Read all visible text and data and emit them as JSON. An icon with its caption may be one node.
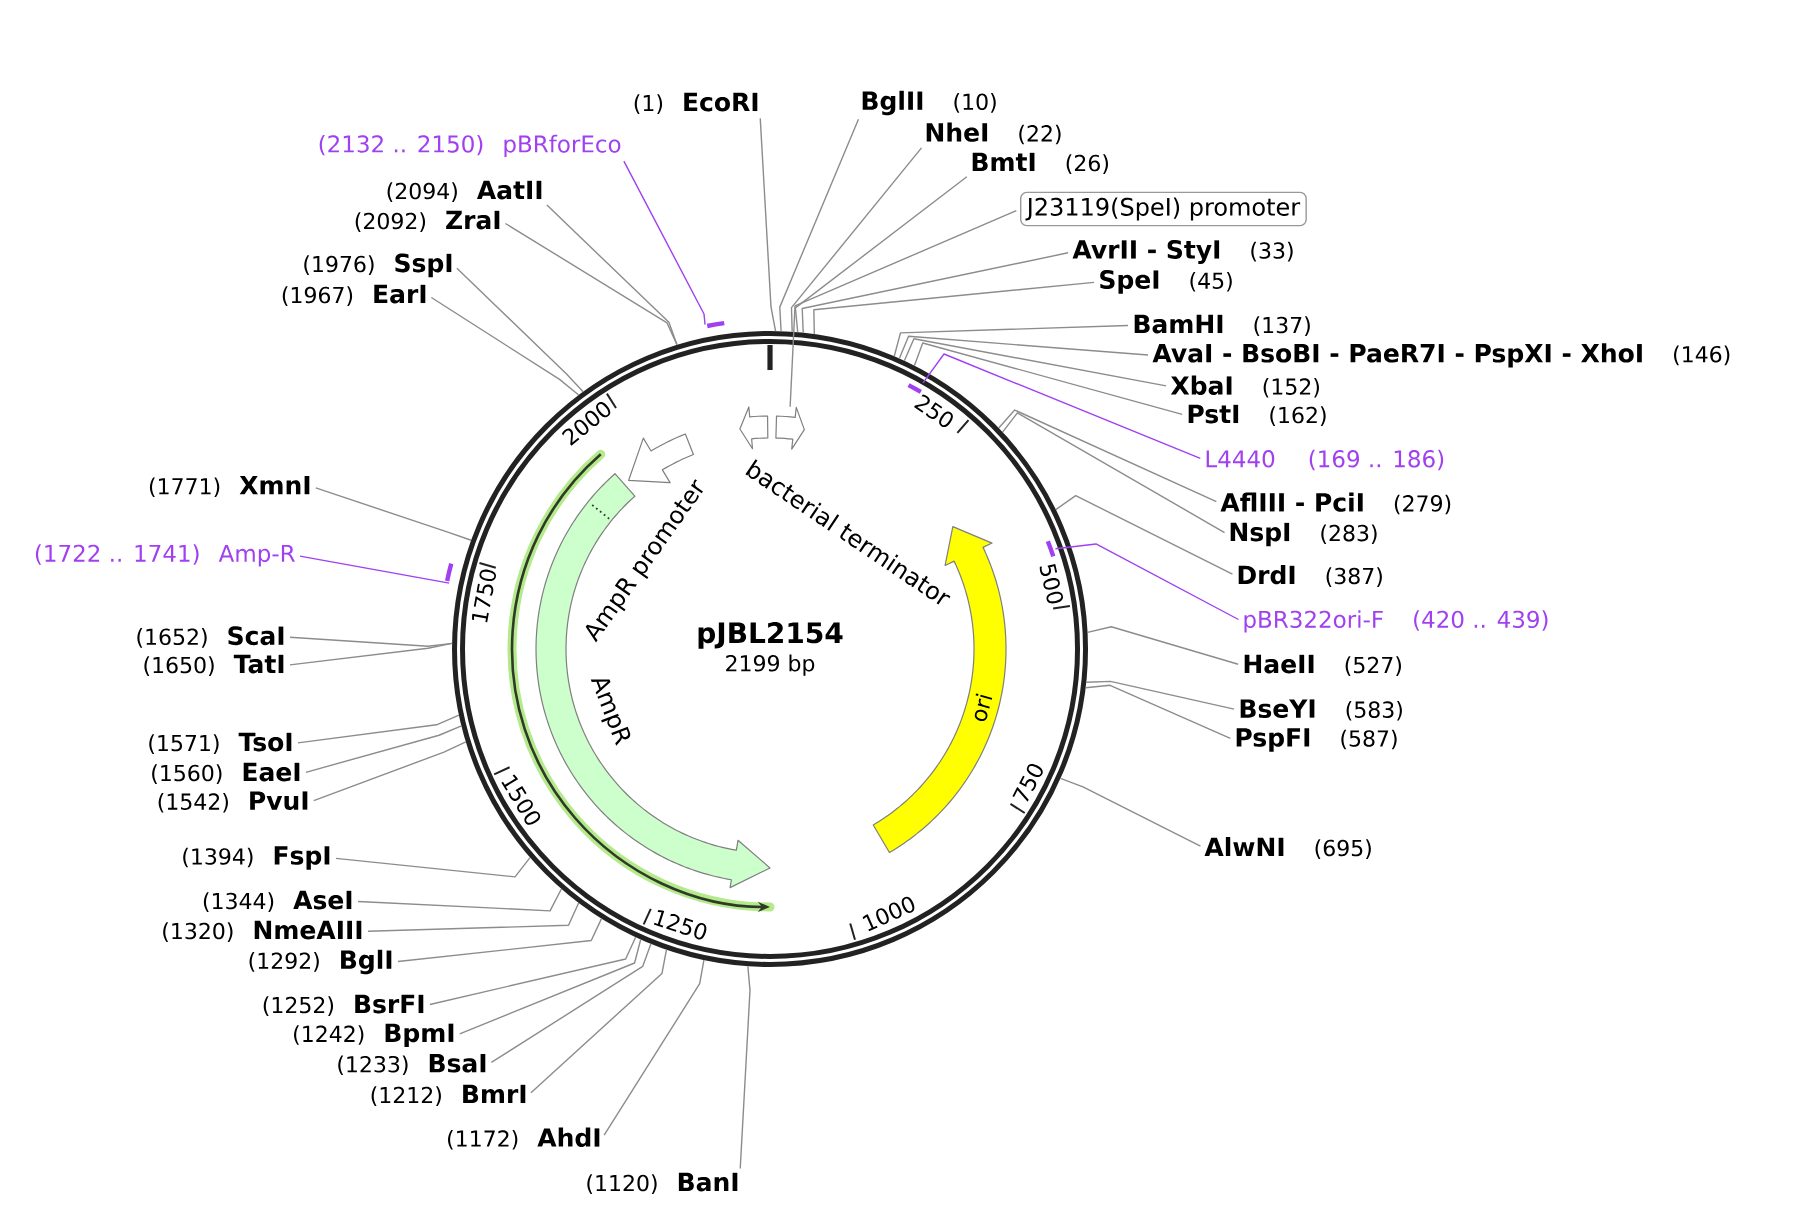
{
  "diagram": {
    "nodes": [
      {
        "text": [
          "pJBL2154",
          "2199 bp"
        ]
      },
      {
        "text": [],
        "shape": "arrow",
        "beside": [
          "bacterial terminator"
        ],
        "in": 0
      },
      {
        "text": [],
        "shape": "arrow",
        "in": 0
      },
      {
        "text": [],
        "shape": "arrow",
        "beside": [
          "AmpR promoter"
        ],
        "in": 0
      },
      {
        "text": [],
        "shape": "arrow",
        "beside": [
          "AmpR"
        ],
        "in": 0
      },
      {
        "text": [
          "ori"
        ],
        "in": 0
      },
      {
        "text": [],
        "shape": "bar",
        "in": 0
      },
      {
        "text": [],
        "shape": "bar",
        "in": 0
      },
      {
        "text": [],
        "shape": "bar"
      },
      {
        "text": [],
        "shape": "bar"
      },
      {
        "text": [
          "(1)",
          "EcoRI"
        ]
      },
      {
        "text": [
          "BglII",
          "(10)"
        ]
      },
      {
        "text": [
          "NheI",
          "(22)"
        ]
      },
      {
        "text": [
          "(2132 .. 2150)",
          "pBRforEco"
        ]
      },
      {
        "text": [
          "BmtI",
          "(26)"
        ]
      },
      {
        "text": [
          "(2094)",
          "AatII"
        ]
      },
      {
        "text": [
          "J23119(SpeI) promoter"
        ]
      },
      {
        "text": [
          "(2092)",
          "ZraI"
        ]
      },
      {
        "text": [
          "AvrII - StyI",
          "(33)"
        ]
      },
      {
        "text": [
          "(1976)",
          "SspI"
        ]
      },
      {
        "text": [
          "SpeI",
          "(45)"
        ]
      },
      {
        "text": [
          "(1967)",
          "EarI"
        ]
      },
      {
        "text": [
          "BamHI",
          "(137)"
        ]
      },
      {
        "text": [
          "AvaI - BsoBI - PaeR7I - PspXI - XhoI",
          "(146)"
        ]
      },
      {
        "text": [
          "XbaI",
          "(152)"
        ]
      },
      {
        "text": [
          "PstI",
          "(162)"
        ]
      },
      {
        "text": [
          "L4440",
          "(169 .. 186)"
        ]
      },
      {
        "text": [
          "(1771)",
          "XmnI"
        ]
      },
      {
        "text": [
          "AflIII - PciI",
          "(279)"
        ]
      },
      {
        "text": [
          "NspI",
          "(283)"
        ]
      },
      {
        "text": [
          "(1722 .. 1741)",
          "Amp-R"
        ]
      },
      {
        "text": [
          "DrdI",
          "(387)"
        ]
      },
      {
        "text": [
          "pBR322ori-F",
          "(420 .. 439)"
        ]
      },
      {
        "text": [
          "(1652)",
          "ScaI"
        ]
      },
      {
        "text": [
          "(1650)",
          "TatI"
        ]
      },
      {
        "text": [
          "HaeII",
          "(527)"
        ]
      },
      {
        "text": [
          "BseYI",
          "(583)"
        ]
      },
      {
        "text": [
          "PspFI",
          "(587)"
        ]
      },
      {
        "text": [
          "(1571)",
          "TsoI"
        ]
      },
      {
        "text": [
          "(1560)",
          "EaeI"
        ]
      },
      {
        "text": [
          "(1542)",
          "PvuI"
        ]
      },
      {
        "text": [
          "AlwNI",
          "(695)"
        ]
      },
      {
        "text": [
          "(1394)",
          "FspI"
        ]
      },
      {
        "text": [
          "(1344)",
          "AseI"
        ]
      },
      {
        "text": [
          "(1320)",
          "NmeAIII"
        ]
      },
      {
        "text": [
          "(1292)",
          "BglI"
        ]
      },
      {
        "text": [
          "(1252)",
          "BsrFI"
        ]
      },
      {
        "text": [
          "(1242)",
          "BpmI"
        ]
      },
      {
        "text": [
          "(1233)",
          "BsaI"
        ]
      },
      {
        "text": [
          "(1212)",
          "BmrI"
        ]
      },
      {
        "text": [
          "(1172)",
          "AhdI"
        ]
      },
      {
        "text": [
          "(1120)",
          "BanI"
        ]
      }
    ],
    "edges": [
      {
        "from": 10,
        "to": 0,
        "arrow": "none"
      },
      {
        "from": 11,
        "to": 0,
        "arrow": "none"
      },
      {
        "from": 12,
        "to": 0,
        "arrow": "none"
      },
      {
        "from": 13,
        "to": 8,
        "arrow": "none",
        "color": "#a040f0"
      },
      {
        "from": 14,
        "to": 0,
        "arrow": "none"
      },
      {
        "from": 15,
        "to": 0,
        "arrow": "none"
      },
      {
        "from": 16,
        "to": 2,
        "arrow": "none"
      },
      {
        "from": 17,
        "to": 0,
        "arrow": "none"
      },
      {
        "from": 18,
        "to": 0,
        "arrow": "none"
      },
      {
        "from": 19,
        "to": 0,
        "arrow": "none"
      },
      {
        "from": 20,
        "to": 0,
        "arrow": "none"
      },
      {
        "from": 21,
        "to": 0,
        "arrow": "none"
      },
      {
        "from": 22,
        "to": 0,
        "arrow": "none"
      },
      {
        "from": 23,
        "to": 0,
        "arrow": "none"
      },
      {
        "from": 24,
        "to": 0,
        "arrow": "none"
      },
      {
        "from": 25,
        "to": 0,
        "arrow": "none"
      },
      {
        "from": 26,
        "to": 6,
        "arrow": "none",
        "color": "#a040f0"
      },
      {
        "from": 27,
        "to": 0,
        "arrow": "none"
      },
      {
        "from": 28,
        "to": 0,
        "arrow": "none"
      },
      {
        "from": 29,
        "to": 0,
        "arrow": "none"
      },
      {
        "from": 30,
        "to": 9,
        "arrow": "none",
        "color": "#a040f0"
      },
      {
        "from": 31,
        "to": 0,
        "arrow": "none"
      },
      {
        "from": 32,
        "to": 7,
        "arrow": "none",
        "color": "#a040f0"
      },
      {
        "from": 33,
        "to": 0,
        "arrow": "none"
      },
      {
        "from": 34,
        "to": 0,
        "arrow": "none"
      },
      {
        "from": 35,
        "to": 0,
        "arrow": "none"
      },
      {
        "from": 36,
        "to": 0,
        "arrow": "none"
      },
      {
        "from": 37,
        "to": 0,
        "arrow": "none"
      },
      {
        "from": 38,
        "to": 0,
        "arrow": "none"
      },
      {
        "from": 39,
        "to": 0,
        "arrow": "none"
      },
      {
        "from": 40,
        "to": 0,
        "arrow": "none"
      },
      {
        "from": 41,
        "to": 0,
        "arrow": "none"
      },
      {
        "from": 42,
        "to": 0,
        "arrow": "none"
      },
      {
        "from": 43,
        "to": 0,
        "arrow": "none"
      },
      {
        "from": 44,
        "to": 0,
        "arrow": "none"
      },
      {
        "from": 45,
        "to": 0,
        "arrow": "none"
      },
      {
        "from": 46,
        "to": 0,
        "arrow": "none"
      },
      {
        "from": 47,
        "to": 0,
        "arrow": "none"
      },
      {
        "from": 48,
        "to": 0,
        "arrow": "none"
      },
      {
        "from": 49,
        "to": 0,
        "arrow": "none"
      },
      {
        "from": 50,
        "to": 0,
        "arrow": "none"
      },
      {
        "from": 51,
        "to": 0,
        "arrow": "none"
      }
    ],
    "labels": [
      "2000",
      "250",
      "1750",
      "500",
      "1500",
      "750",
      "1250",
      "1000"
    ]
  }
}
